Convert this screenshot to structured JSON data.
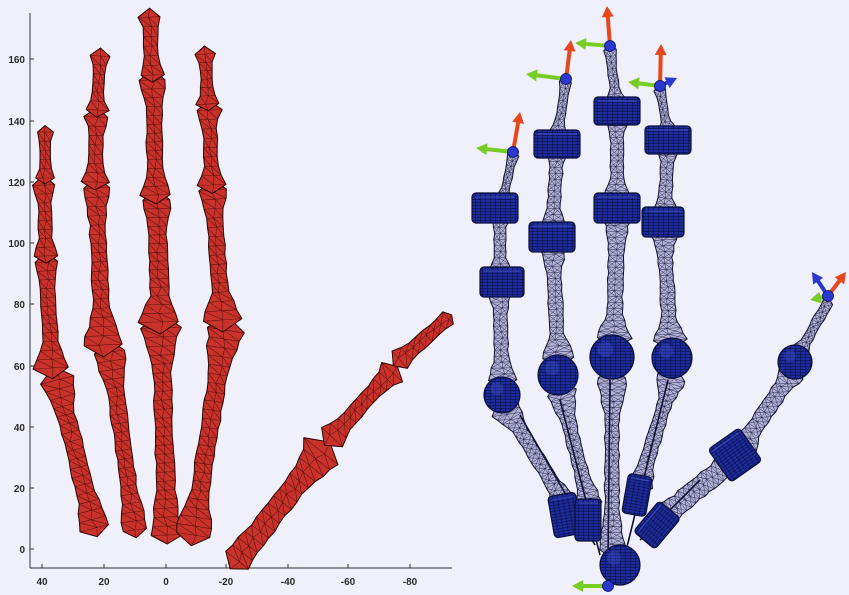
{
  "figure": {
    "left_panel": {
      "y_ticks": [
        "160",
        "140",
        "120",
        "100",
        "80",
        "60",
        "40",
        "20",
        "0"
      ],
      "x_ticks": [
        "40",
        "20",
        "0",
        "-20",
        "-40",
        "-60",
        "-80"
      ]
    }
  },
  "colors": {
    "background": "#f0f0fa",
    "bone_red": "#c8322b",
    "bone_grey": "#b2b2d6",
    "joint_blue": "#1e2c9e",
    "arrow_red": "#e8461c",
    "arrow_green": "#78cc26",
    "arrow_blue": "#2a38d0",
    "axis": "#333333"
  }
}
